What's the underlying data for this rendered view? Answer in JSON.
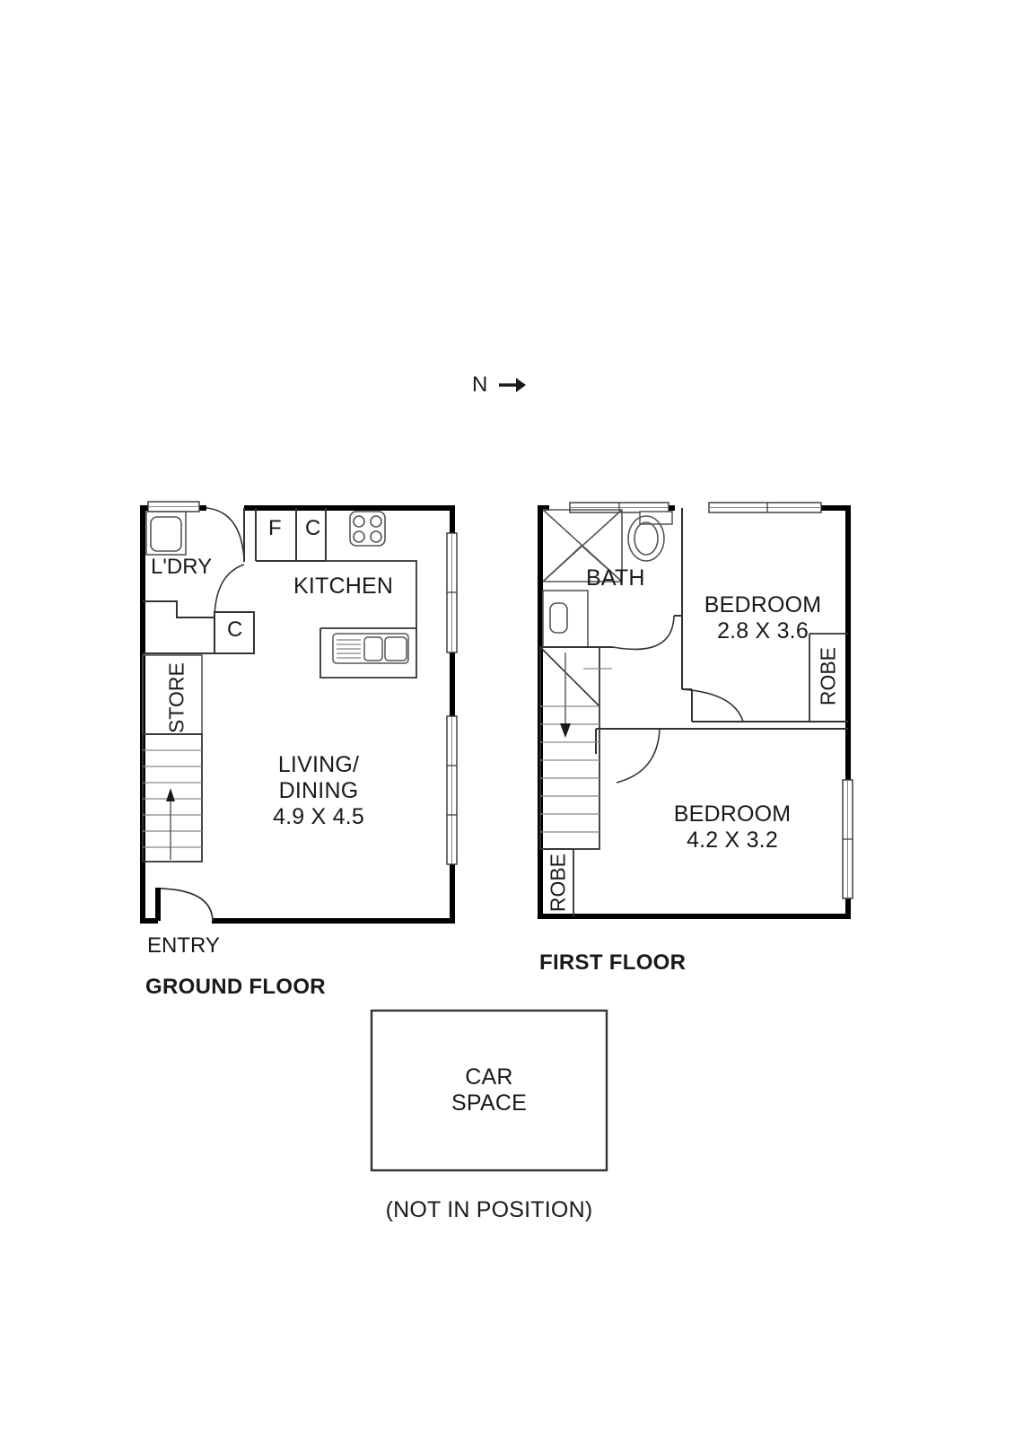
{
  "document": {
    "type": "real-estate-floorplan",
    "north_indicator": {
      "label": "N",
      "arrow": "→",
      "direction": "right"
    }
  },
  "ground_floor": {
    "title": "GROUND FLOOR",
    "entry_label": "ENTRY",
    "rooms": [
      {
        "name": "L'DRY",
        "label": "L'DRY"
      },
      {
        "name": "KITCHEN",
        "label": "KITCHEN"
      },
      {
        "name": "STORE",
        "label": "STORE",
        "orientation": "vertical"
      },
      {
        "name": "LIVING/DINING",
        "label_line1": "LIVING/",
        "label_line2": "DINING",
        "dimensions": "4.9 X 4.5"
      }
    ],
    "annotations": [
      {
        "name": "fridge",
        "label": "F"
      },
      {
        "name": "cupboard-kitchen",
        "label": "C"
      },
      {
        "name": "cupboard-hall",
        "label": "C"
      }
    ],
    "fixtures": [
      "laundry-trough",
      "cooktop",
      "sink",
      "bench",
      "stairs-up",
      "entry-door",
      "windows"
    ]
  },
  "first_floor": {
    "title": "FIRST FLOOR",
    "rooms": [
      {
        "name": "BATH",
        "label": "BATH"
      },
      {
        "name": "BEDROOM-1",
        "label": "BEDROOM",
        "dimensions": "2.8 X 3.6"
      },
      {
        "name": "BEDROOM-2",
        "label": "BEDROOM",
        "dimensions": "4.2 X 3.2"
      }
    ],
    "annotations": [
      {
        "name": "robe-bedroom-1",
        "label": "ROBE",
        "orientation": "vertical"
      },
      {
        "name": "robe-bedroom-2",
        "label": "ROBE",
        "orientation": "vertical"
      }
    ],
    "fixtures": [
      "shower",
      "toilet",
      "vanity",
      "stairs-down",
      "doors",
      "windows"
    ]
  },
  "car_space": {
    "label_line1": "CAR",
    "label_line2": "SPACE",
    "note": "(NOT IN POSITION)"
  },
  "colors": {
    "wall": "#000000",
    "line": "#1a1a1a",
    "thin": "#555555",
    "text": "#1a1a1a",
    "background": "#ffffff"
  }
}
